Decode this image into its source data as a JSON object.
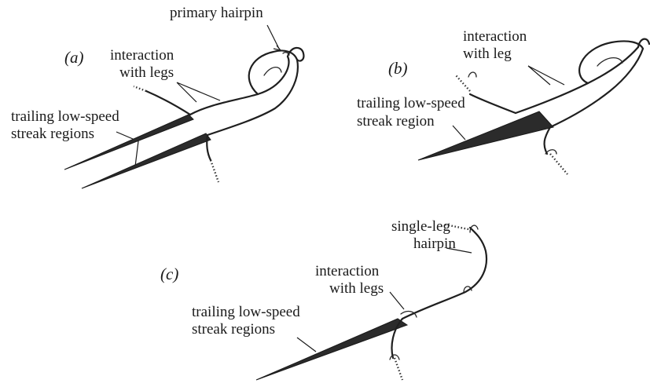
{
  "panels": {
    "a": {
      "tag": "(a)",
      "primary_hairpin": "primary hairpin",
      "interaction_line1": "interaction",
      "interaction_line2": "with legs",
      "trailing_line1": "trailing low-speed",
      "trailing_line2": "streak regions"
    },
    "b": {
      "tag": "(b)",
      "interaction_line1": "interaction",
      "interaction_line2": "with leg",
      "trailing_line1": "trailing low-speed",
      "trailing_line2": "streak region"
    },
    "c": {
      "tag": "(c)",
      "single_leg_line1": "single-leg",
      "single_leg_line2": "hairpin",
      "interaction_line1": "interaction",
      "interaction_line2": "with legs",
      "trailing_line1": "trailing low-speed",
      "trailing_line2": "streak regions"
    }
  }
}
